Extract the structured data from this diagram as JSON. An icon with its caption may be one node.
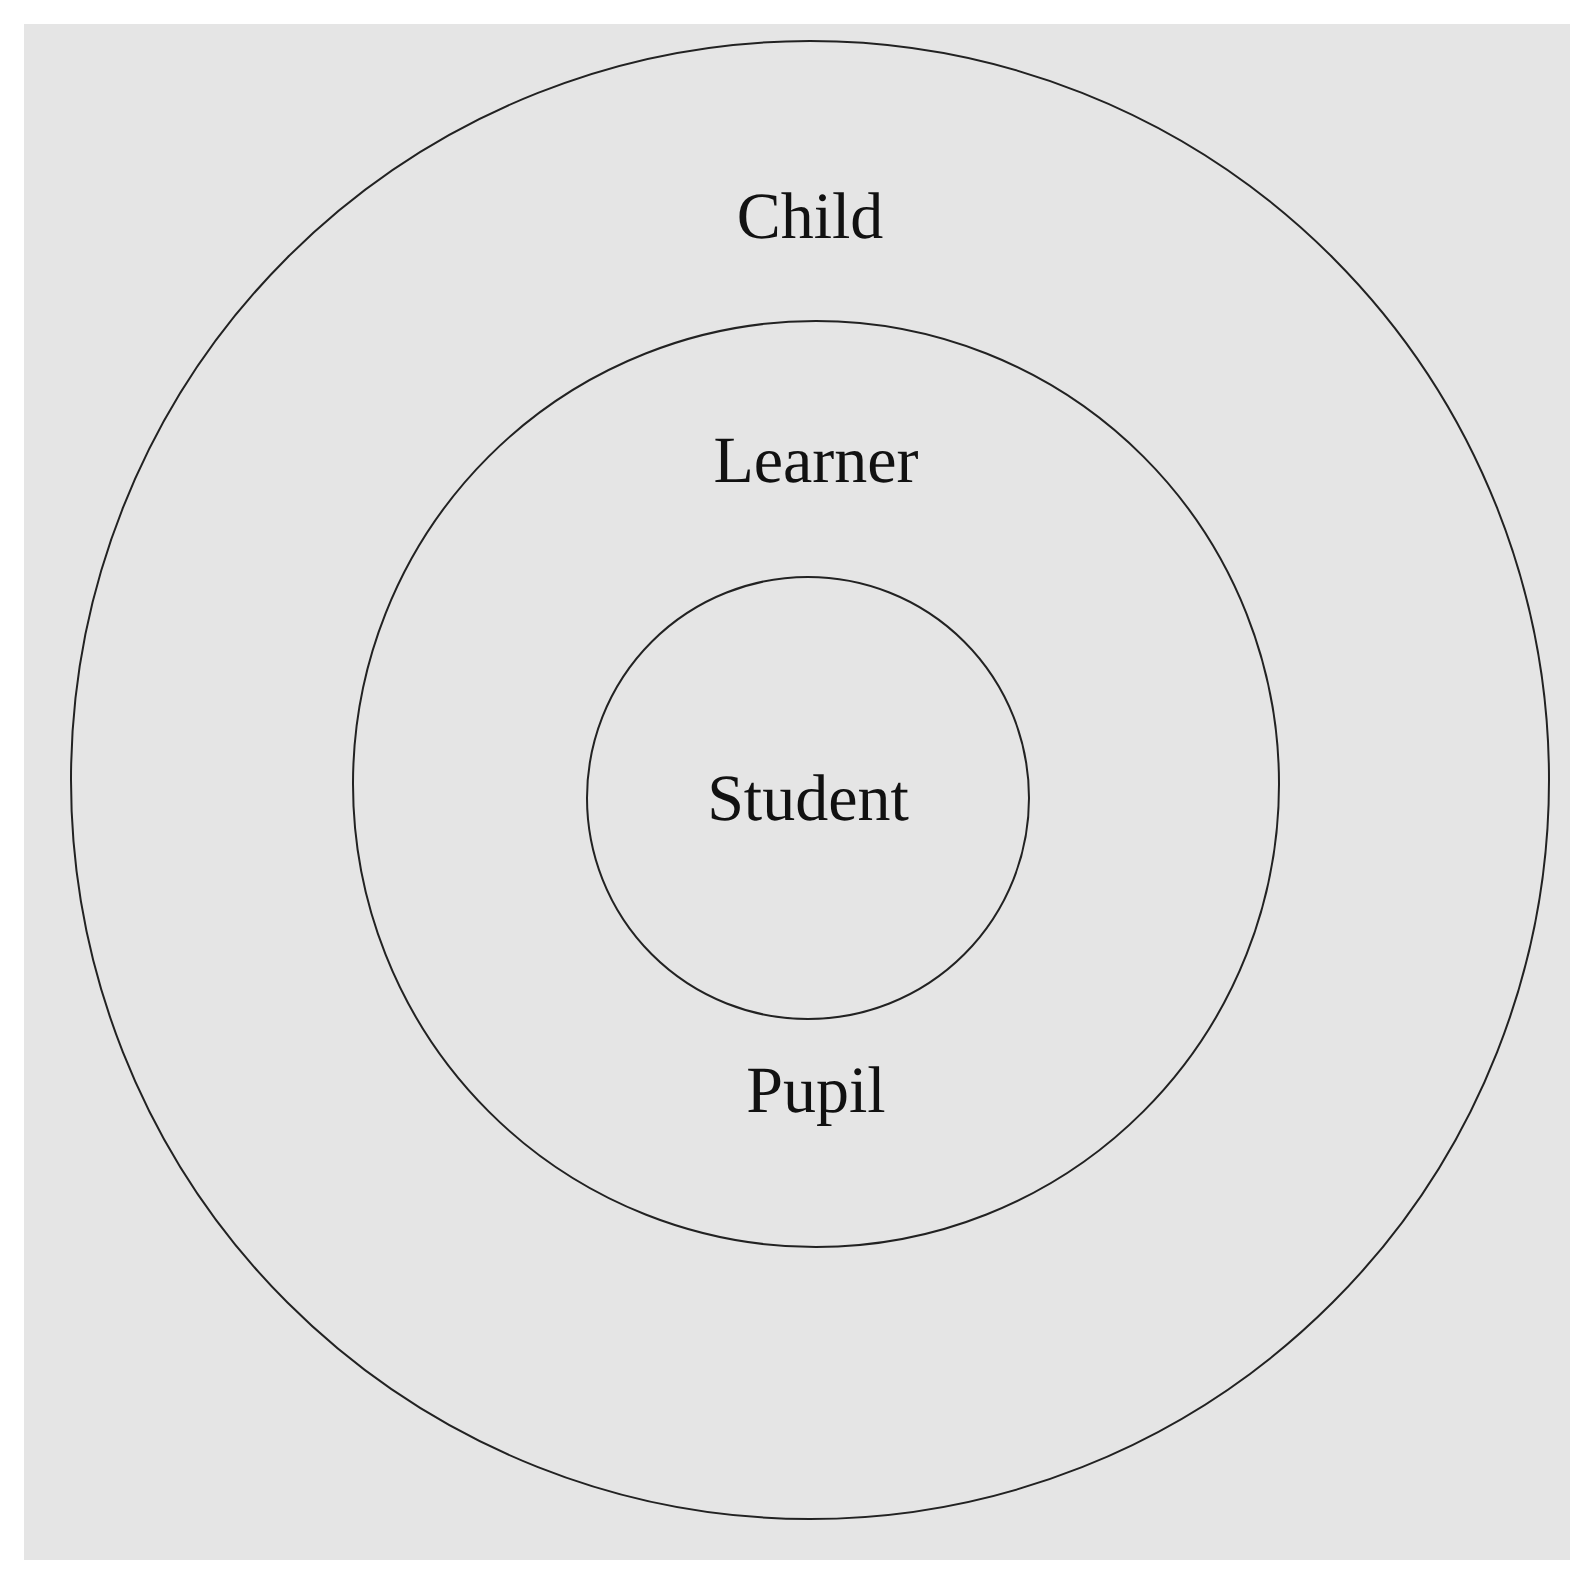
{
  "diagram": {
    "nodes": [
      {
        "text": [
          "Child"
        ]
      },
      {
        "text": [
          "Learner",
          "Pupil"
        ],
        "in": 0
      },
      {
        "text": [
          "Student"
        ],
        "in": 1
      }
    ]
  }
}
